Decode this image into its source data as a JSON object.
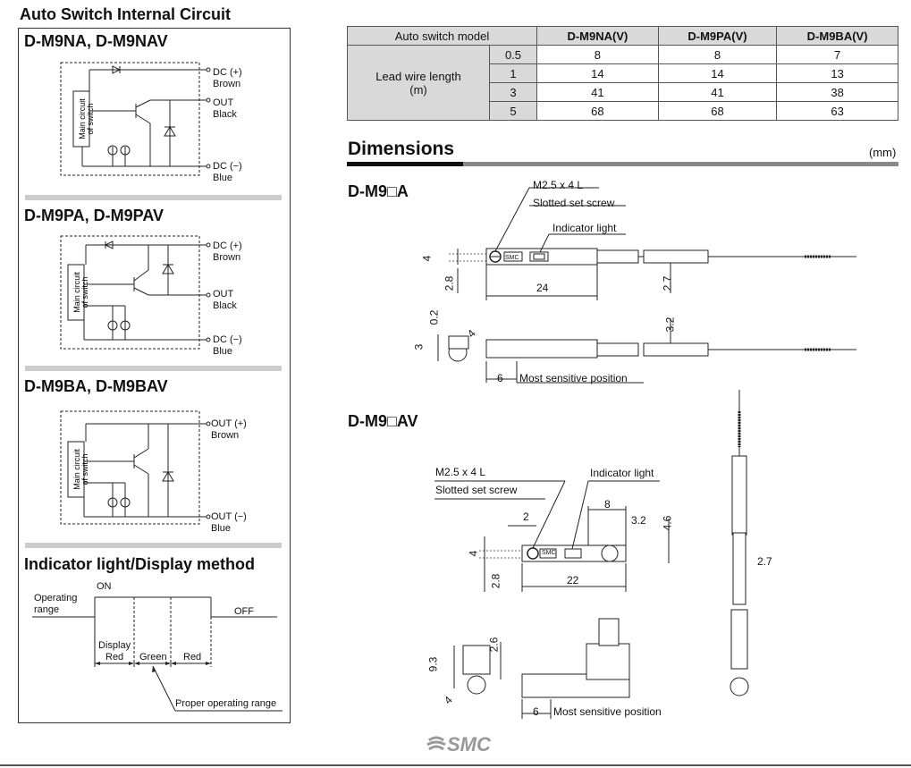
{
  "left": {
    "title": "Auto Switch Internal Circuit",
    "circuits": [
      {
        "heading": "D-M9NA, D-M9NAV",
        "terminals": [
          {
            "name": "DC (+)",
            "color": "Brown"
          },
          {
            "name": "OUT",
            "color": "Black"
          },
          {
            "name": "DC (−)",
            "color": "Blue"
          }
        ]
      },
      {
        "heading": "D-M9PA, D-M9PAV",
        "terminals": [
          {
            "name": "DC (+)",
            "color": "Brown"
          },
          {
            "name": "OUT",
            "color": "Black"
          },
          {
            "name": "DC (−)",
            "color": "Blue"
          }
        ]
      },
      {
        "heading": "D-M9BA, D-M9BAV",
        "terminals": [
          {
            "name": "OUT (+)",
            "color": "Brown"
          },
          {
            "name": "OUT (−)",
            "color": "Blue"
          }
        ]
      }
    ],
    "main_circuit_label": [
      "Main circuit",
      "of switch"
    ],
    "indicator": {
      "heading": "Indicator light/Display method",
      "on": "ON",
      "off": "OFF",
      "operating_range": [
        "Operating",
        "range"
      ],
      "display": "Display",
      "red": "Red",
      "green": "Green",
      "red2": "Red",
      "proper": "Proper operating range"
    }
  },
  "table": {
    "header_model": "Auto switch model",
    "models": [
      "D-M9NA(V)",
      "D-M9PA(V)",
      "D-M9BA(V)"
    ],
    "row_label": [
      "Lead wire length",
      "(m)"
    ],
    "rows": [
      {
        "len": "0.5",
        "vals": [
          "8",
          "8",
          "7"
        ]
      },
      {
        "len": "1",
        "vals": [
          "14",
          "14",
          "13"
        ]
      },
      {
        "len": "3",
        "vals": [
          "41",
          "41",
          "38"
        ]
      },
      {
        "len": "5",
        "vals": [
          "68",
          "68",
          "63"
        ]
      }
    ]
  },
  "dimensions": {
    "title": "Dimensions",
    "unit": "(mm)",
    "a": {
      "heading": "D-M9□A",
      "screw": "M2.5 x 4 L",
      "slotted": "Slotted set screw",
      "indicator": "Indicator light",
      "smc": "SMC",
      "d4": "4",
      "d28": "2.8",
      "d24": "24",
      "d27": "2.7",
      "d02": "0.2",
      "d3": "3",
      "d4b": "4",
      "d32": "3.2",
      "d6": "6",
      "sensitive": "Most sensitive position"
    },
    "av": {
      "heading": "D-M9□AV",
      "screw": "M2.5 x 4 L",
      "slotted": "Slotted set screw",
      "indicator": "Indicator light",
      "smc": "SMC",
      "d2": "2",
      "d8": "8",
      "d32": "3.2",
      "d46": "4.6",
      "d4": "4",
      "d28": "2.8",
      "d22": "22",
      "d27": "2.7",
      "d93": "9.3",
      "d26": "2.6",
      "d4b": "4",
      "d6": "6",
      "sensitive": "Most sensitive position"
    }
  },
  "logo": "SMC"
}
